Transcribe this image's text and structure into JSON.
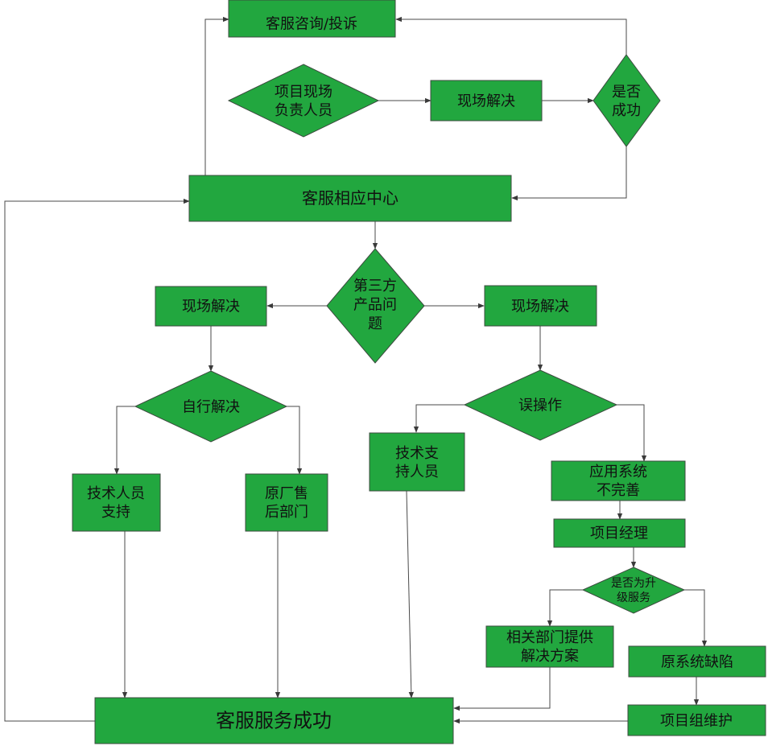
{
  "nodes": {
    "consult": "客服咨询/投诉",
    "onsite_owner": "项目现场\n负责人员",
    "resolve_top": "现场解决",
    "success_check": "是否\n成功",
    "response_center": "客服相应中心",
    "third_party": "第三方\n产品问\n题",
    "resolve_left": "现场解决",
    "resolve_right": "现场解决",
    "self_resolve": "自行解决",
    "misoperation": "误操作",
    "tech_support_left": "技术人员\n支持",
    "vendor_after_sales": "原厂售\n后部门",
    "tech_support_right": "技术支\n持人员",
    "app_incomplete": "应用系统\n不完善",
    "project_manager": "项目经理",
    "upgrade_service": "是否为升\n级服务",
    "dept_solution": "相关部门提供\n解决方案",
    "system_defect": "原系统缺陷",
    "project_maintain": "项目组维护",
    "service_success": "客服服务成功"
  }
}
